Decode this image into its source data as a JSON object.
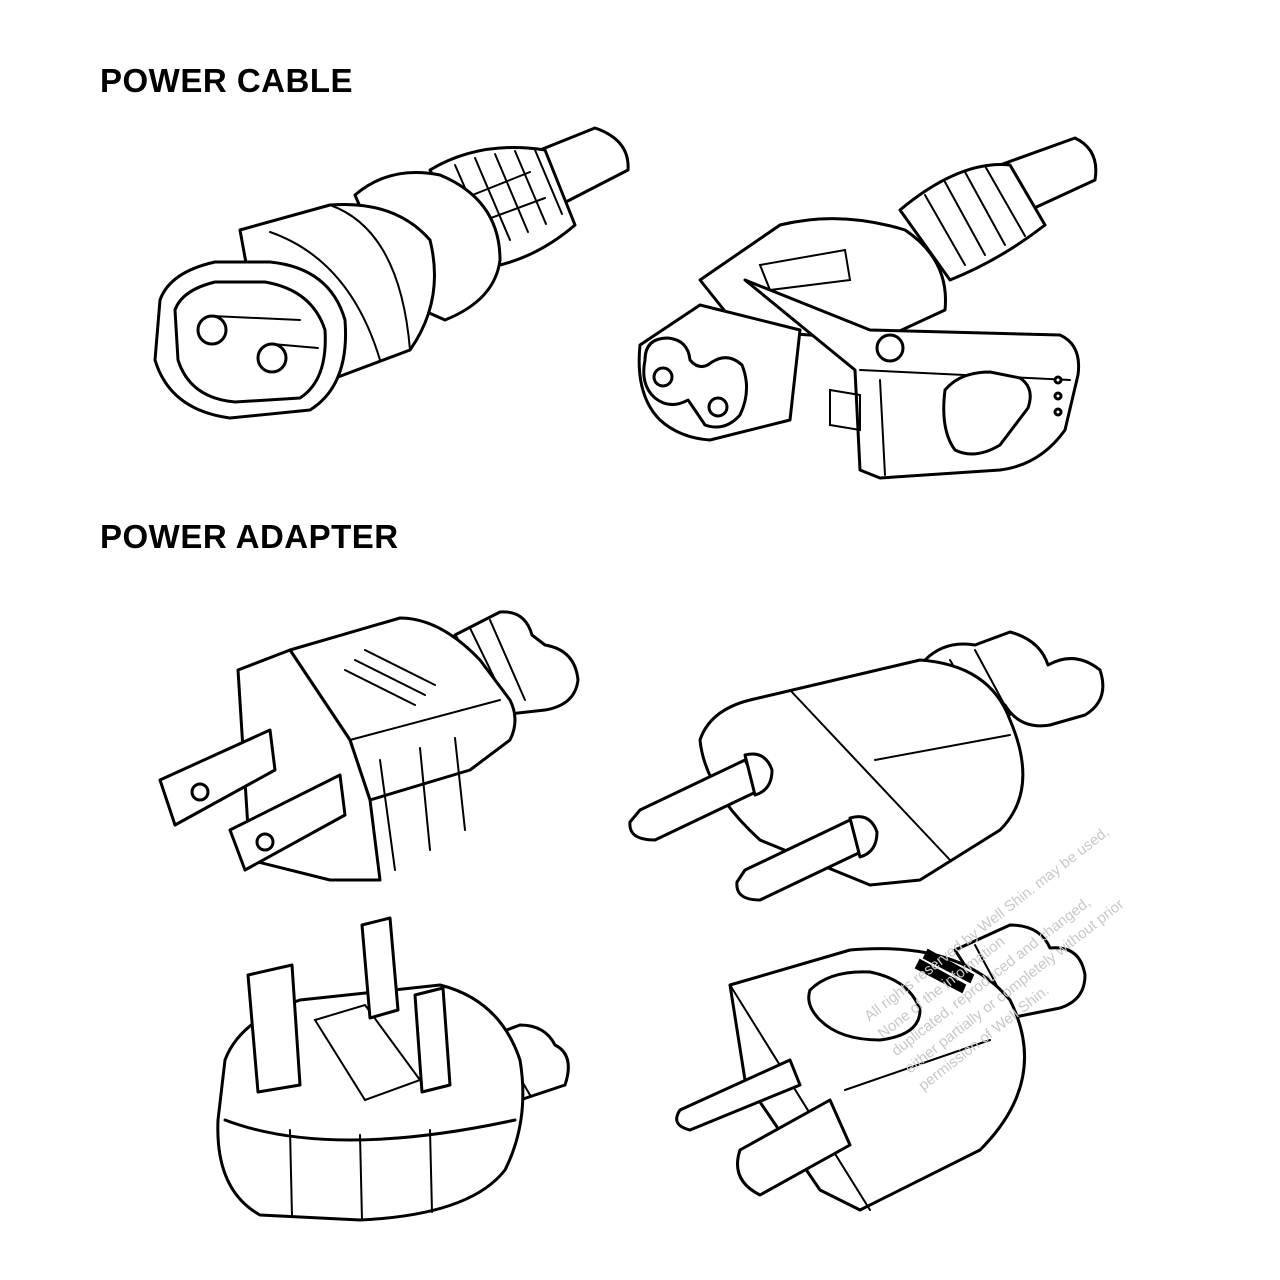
{
  "sections": {
    "cable_title": "POWER CABLE",
    "adapter_title": "POWER ADAPTER"
  },
  "items": {
    "cable_straight": "c7-connector-straight",
    "cable_angled": "c7-connector-right-angle",
    "adapter_us": "us-plug-adapter",
    "adapter_eu": "eu-plug-adapter",
    "adapter_uk": "uk-plug-adapter",
    "adapter_cn": "china-plug-adapter"
  },
  "watermark": {
    "lines": [
      "All rights reserved by Well Shin. may be used,",
      "None of the information",
      "duplicated, reproduced and changed,",
      "either partially or completely without prior",
      "permission of Well Shin."
    ]
  },
  "colors": {
    "line": "#000000",
    "background": "#ffffff",
    "watermark": "#c8c8c8"
  }
}
